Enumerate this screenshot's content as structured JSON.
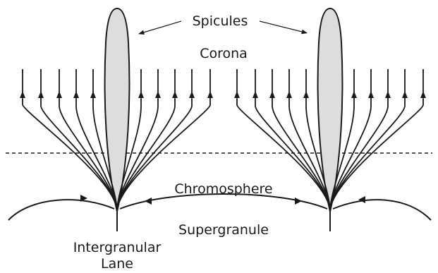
{
  "labels": {
    "spicules": "Spicules",
    "corona": "Corona",
    "chromosphere": "Chromosphere",
    "supergranule": "Supergranule",
    "intergranular_line1": "Intergranular",
    "intergranular_line2": "Lane"
  },
  "colors": {
    "ink": "#1a1a1a",
    "spicule_fill": "#dddddd"
  },
  "arrow_icons": [
    "arrow-up-icon",
    "arrow-right-icon",
    "arrow-left-icon"
  ]
}
